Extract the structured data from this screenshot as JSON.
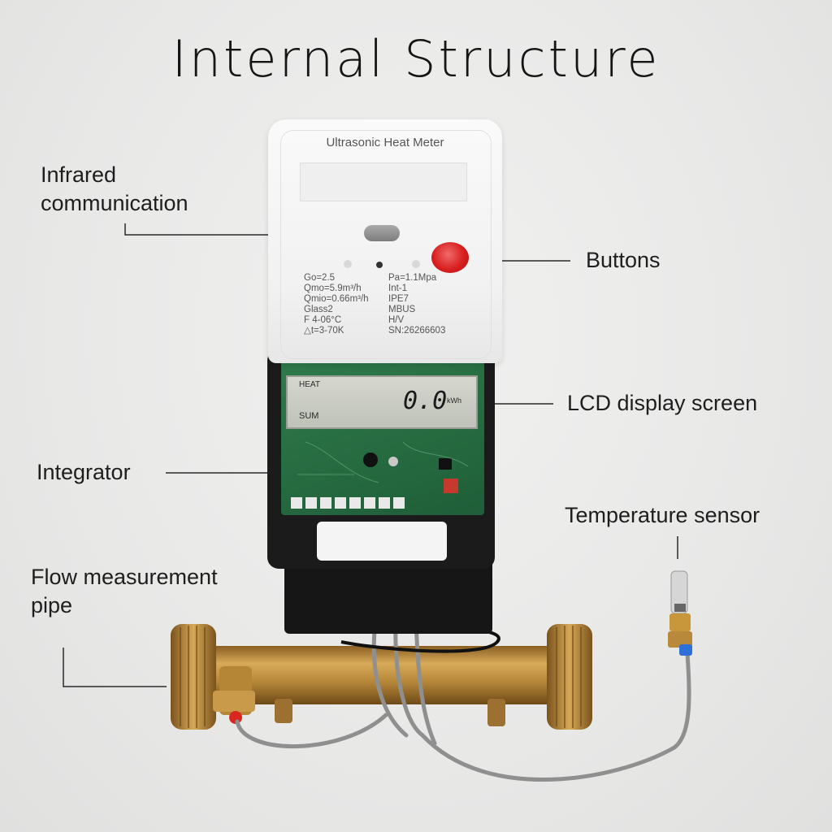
{
  "title": "Internal Structure",
  "device": {
    "cover_title": "Ultrasonic Heat Meter",
    "specs_left": [
      "Go=2.5",
      "Qmo=5.9m³/h",
      "Qmio=0.66m³/h",
      "Glass2",
      "F 4-06°C",
      "△t=3-70K"
    ],
    "specs_right": [
      "Pa=1.1Mpa",
      "Int-1",
      "IPE7",
      "MBUS",
      "H/V",
      "SN:26266603"
    ],
    "lcd": {
      "top_label": "HEAT",
      "bottom_label": "SUM",
      "value": "0.0",
      "unit": "kWh"
    }
  },
  "callouts": {
    "infrared_line1": "Infrared",
    "infrared_line2": "communication",
    "buttons": "Buttons",
    "lcd": "LCD display screen",
    "integrator": "Integrator",
    "temperature": "Temperature sensor",
    "flow_line1": "Flow measurement",
    "flow_line2": "pipe"
  },
  "colors": {
    "background": "#ebebea",
    "button_red": "#d81f1f",
    "pcb_green": "#2f7a4b",
    "brass": "#b8893a",
    "housing_black": "#1b1b1b"
  }
}
